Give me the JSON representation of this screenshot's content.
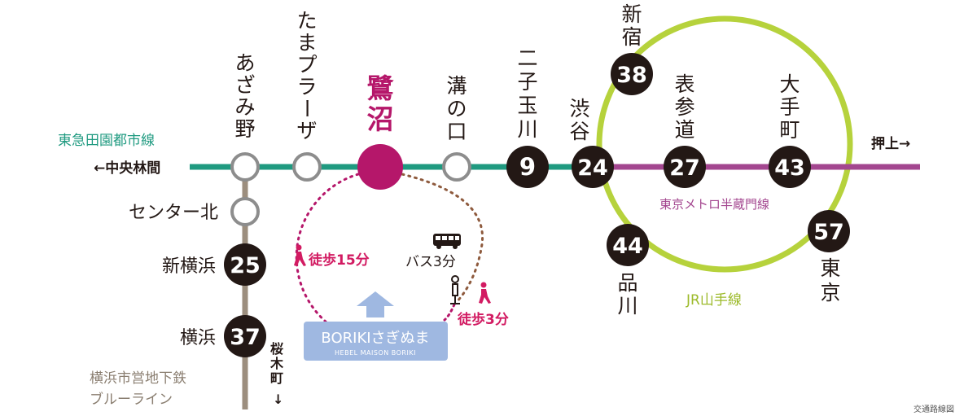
{
  "lines": {
    "denentoshi": {
      "name": "東急田園都市線",
      "color": "#1f9a80",
      "west": "←中央林間",
      "east": "押上→"
    },
    "hanzomon": {
      "name": "東京メトロ半蔵門線",
      "color": "#a3468f"
    },
    "yamanote": {
      "name": "JR山手線",
      "color": "#b6d23c"
    },
    "blueline": {
      "name_1": "横浜市営地下鉄",
      "name_2": "ブルーライン",
      "color": "#9c8e7e",
      "south": "桜木町↓"
    }
  },
  "stations": {
    "azamino": {
      "chars": [
        "あ",
        "ざ",
        "み",
        "野"
      ]
    },
    "tamaplaza": {
      "chars": [
        "た",
        "ま",
        "プ",
        "ラ",
        "ー",
        "ザ"
      ]
    },
    "saginuma": {
      "chars": [
        "鷺",
        "沼"
      ],
      "color": "#b5176a"
    },
    "mizonokuchi": {
      "chars": [
        "溝",
        "の",
        "口"
      ]
    },
    "futakotamagawa": {
      "chars": [
        "二",
        "子",
        "玉",
        "川"
      ],
      "minutes": "9"
    },
    "shibuya": {
      "chars": [
        "渋",
        "谷"
      ],
      "minutes": "24"
    },
    "shinjuku": {
      "chars": [
        "新",
        "宿"
      ],
      "minutes": "38"
    },
    "omotesando": {
      "chars": [
        "表",
        "参",
        "道"
      ],
      "minutes": "27"
    },
    "otemachi": {
      "chars": [
        "大",
        "手",
        "町"
      ],
      "minutes": "43"
    },
    "tokyo": {
      "chars": [
        "東",
        "京"
      ],
      "minutes": "57"
    },
    "shinagawa": {
      "chars": [
        "品",
        "川"
      ],
      "minutes": "44"
    },
    "center_kita": {
      "label": "センター北"
    },
    "shin_yokohama": {
      "label": "新横浜",
      "minutes": "25"
    },
    "yokohama": {
      "label": "横浜",
      "minutes": "37"
    }
  },
  "access": {
    "walk_15": "徒歩15分",
    "bus_3": "バス3分",
    "walk_3": "徒歩3分"
  },
  "property": {
    "name": "BORIKIさぎぬま",
    "subtitle": "HEBEL MAISON BORIKI",
    "color": "#9fb8e1"
  },
  "caption": "交通路線図"
}
